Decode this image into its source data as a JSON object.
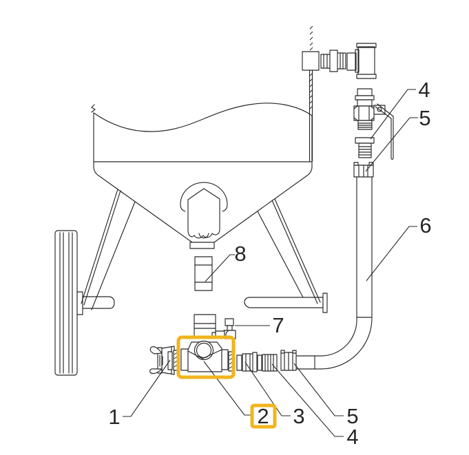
{
  "diagram": {
    "line_color": "#262626",
    "background_color": "#ffffff",
    "highlight_color": "#F2B41E",
    "highlighted_callout": "2"
  },
  "callouts": {
    "c1": "1",
    "c2": "2",
    "c3": "3",
    "c4_bottom": "4",
    "c5_bottom": "5",
    "c4_top": "4",
    "c5_top": "5",
    "c6": "6",
    "c7": "7",
    "c8": "8"
  }
}
